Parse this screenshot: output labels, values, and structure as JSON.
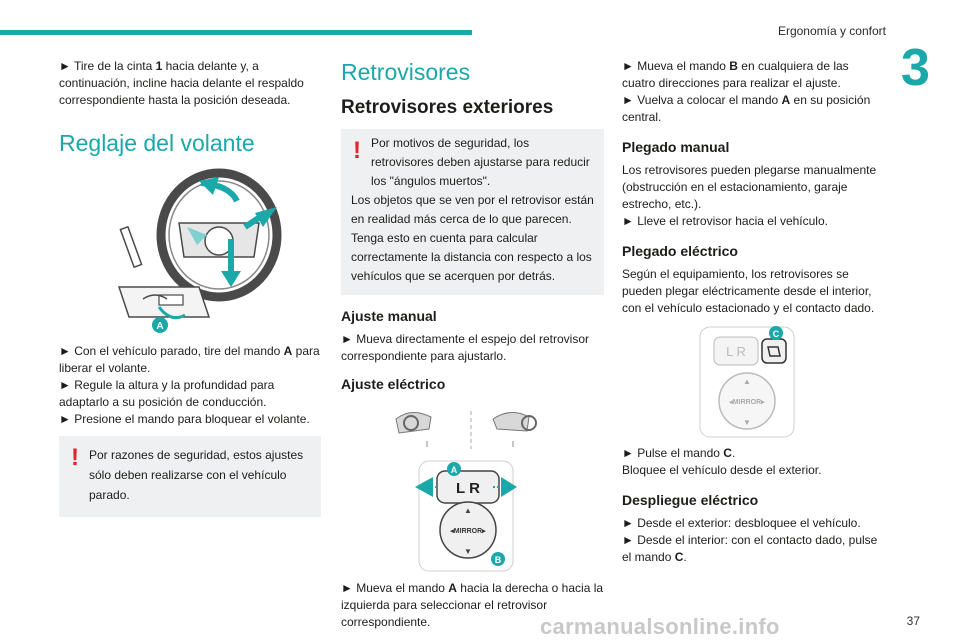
{
  "header": {
    "section_title": "Ergonomía y confort",
    "chapter_number": "3"
  },
  "colors": {
    "accent": "#1aa8a8",
    "warning": "#e3242b",
    "panel_bg": "#eef0f1"
  },
  "col1": {
    "p1_a": "► Tire de la cinta ",
    "p1_b": "1",
    "p1_c": " hacia delante y, a continuación, incline hacia delante el respaldo correspondiente hasta la posición deseada.",
    "heading": "Reglaje del volante",
    "fig_label_a": "A",
    "p2_a": "► Con el vehículo parado, tire del mando ",
    "p2_b": "A",
    "p2_c": " para liberar el volante.",
    "p3": "► Regule la altura y la profundidad para adaptarlo a su posición de conducción.",
    "p4": "► Presione el mando para bloquear el volante.",
    "warn_bang": "!",
    "warn_text": "Por razones de seguridad, estos ajustes sólo deben realizarse con el vehículo parado."
  },
  "col2": {
    "heading": "Retrovisores",
    "subheading": "Retrovisores exteriores",
    "warn_bang": "!",
    "warn_line1": "Por motivos de seguridad, los retrovisores deben ajustarse para reducir los \"ángulos muertos\".",
    "warn_line2": "Los objetos que se ven por el retrovisor están en realidad más cerca de lo que parecen. Tenga esto en cuenta para calcular correctamente la distancia con respecto a los vehículos que se acerquen por detrás.",
    "h_manual": "Ajuste manual",
    "p_manual": "► Mueva directamente el espejo del retrovisor correspondiente para ajustarlo.",
    "h_electric": "Ajuste eléctrico",
    "fig_label_a": "A",
    "fig_label_b": "B",
    "fig_lr": "L  R",
    "fig_mirror": "◂MIRROR▸",
    "p_elec_a": "► Mueva el mando ",
    "p_elec_b": "A",
    "p_elec_c": " hacia la derecha o hacia la izquierda para seleccionar el retrovisor correspondiente."
  },
  "col3": {
    "p1_a": "► Mueva el mando ",
    "p1_b": "B",
    "p1_c": " en cualquiera de las cuatro direcciones para realizar el ajuste.",
    "p2_a": "► Vuelva a colocar el mando ",
    "p2_b": "A",
    "p2_c": " en su posición central.",
    "h_fold_manual": "Plegado manual",
    "p3": "Los retrovisores pueden plegarse manualmente (obstrucción en el estacionamiento, garaje estrecho, etc.).",
    "p4": "► Lleve el retrovisor hacia el vehículo.",
    "h_fold_elec": "Plegado eléctrico",
    "p5": "Según el equipamiento, los retrovisores se pueden plegar eléctricamente desde el interior, con el vehículo estacionado y el contacto dado.",
    "fig_label_c": "C",
    "fig_lr": "L  R",
    "fig_mirror": "◂MIRROR▸",
    "p6_a": "► Pulse el mando ",
    "p6_b": "C",
    "p6_c": ".",
    "p7": "Bloquee el vehículo desde el exterior.",
    "h_unfold": "Despliegue eléctrico",
    "p8": "► Desde el exterior: desbloquee el vehículo.",
    "p9_a": "► Desde el interior: con el contacto dado, pulse el mando ",
    "p9_b": "C",
    "p9_c": "."
  },
  "footer": {
    "page_number": "37",
    "watermark": "carmanualsonline.info"
  }
}
